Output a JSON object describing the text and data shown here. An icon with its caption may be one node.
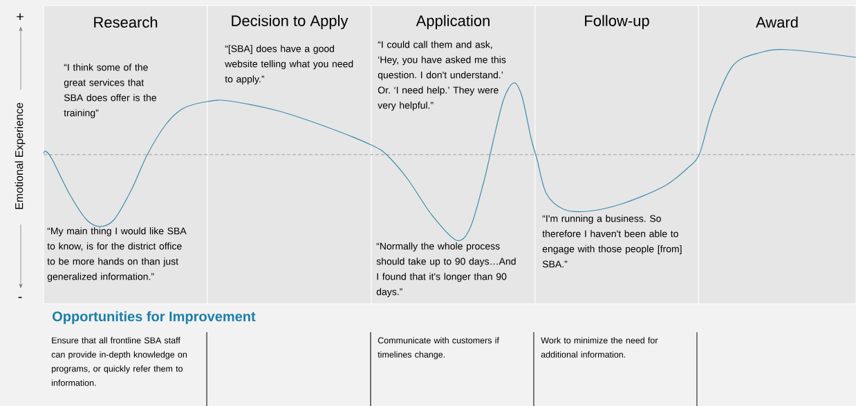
{
  "diagram": {
    "nodes": [
      {
        "text": [
          "Research",
          "“I think some of the great services that SBA does offer is the training”",
          "“My main thing I would like SBA to know, is for the district office to be more hands on than just generalized information.”"
        ]
      },
      {
        "text": [
          "Decision to Apply",
          "“[SBA] does have a good website telling what you need to apply.”"
        ]
      },
      {
        "text": [
          "Application",
          "“I could call them and ask, ‘Hey, you have asked me this question. I don't understand.’ Or. ‘I need help.’ They were very helpful.”",
          "“Normally the whole process should take up to 90 days…And I found that it's longer than 90 days.”"
        ]
      },
      {
        "text": [
          "Follow-up",
          "“I'm running a business. So therefore I haven't been able to engage with those people [from] SBA.”"
        ]
      },
      {
        "text": [
          "Award"
        ]
      }
    ],
    "labels": [
      "+",
      "Emotional Experience",
      "-",
      "Opportunities for Improvement",
      "Ensure that all frontline SBA staff can provide in-depth knowledge on programs, or quickly refer them to information.",
      "Communicate with customers if timelines change.",
      "Work to minimize the need for additional information."
    ]
  }
}
